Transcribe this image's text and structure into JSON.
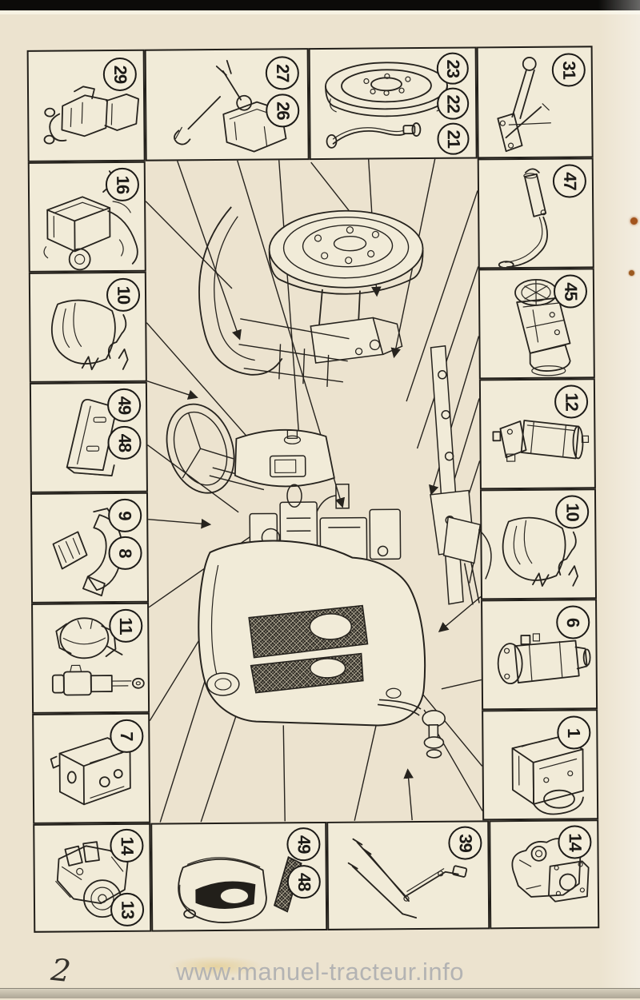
{
  "page": {
    "number": "2",
    "watermark": "www.manuel-tracteur.info"
  },
  "colors": {
    "paper": "#ece3cf",
    "ink": "#221f1a",
    "watermark_gray": "#b3b3b3",
    "rust_stain": "#a3541d"
  },
  "diagram": {
    "description_icons": [
      "brake-valve-icon",
      "gearshift-levers-icon",
      "brake-drum-and-lever-icon",
      "lift-rod-icon",
      "battery-wiring-icon",
      "seat-cushion-icon",
      "hood-side-panel-icon",
      "fender-bracket-icon",
      "fuel-pump-injector-icon",
      "engine-block-icon",
      "engine-gearbox-icon",
      "front-grille-mesh-icon",
      "hitch-linkage-icon",
      "hydraulic-pump-icon",
      "exhaust-pipe-icon",
      "steering-box-icon",
      "oil-filter-icon",
      "seat-cushion-icon",
      "starter-motor-icon",
      "engine-assembly-icon",
      "tractor-exploded-view"
    ],
    "cells": {
      "top": [
        {
          "labels": [
            "29"
          ]
        },
        {
          "labels": [
            "27",
            "26"
          ]
        },
        {
          "labels": [
            "23",
            "22",
            "21"
          ]
        },
        {
          "labels": [
            "31"
          ]
        }
      ],
      "left": [
        {
          "labels": [
            "16"
          ]
        },
        {
          "labels": [
            "10"
          ]
        },
        {
          "labels": [
            "49",
            "48"
          ]
        },
        {
          "labels": [
            "9",
            "8"
          ]
        },
        {
          "labels": [
            "11"
          ]
        },
        {
          "labels": [
            "7"
          ]
        }
      ],
      "right": [
        {
          "labels": [
            "47"
          ]
        },
        {
          "labels": [
            "45"
          ]
        },
        {
          "labels": [
            "12"
          ]
        },
        {
          "labels": [
            "10"
          ]
        },
        {
          "labels": [
            "6"
          ]
        },
        {
          "labels": [
            "1"
          ]
        }
      ],
      "bottom": [
        {
          "labels": [
            "14",
            "13"
          ]
        },
        {
          "labels": [
            "49",
            "48"
          ]
        },
        {
          "labels": [
            "39"
          ]
        },
        {
          "labels": [
            "14"
          ]
        }
      ]
    }
  }
}
